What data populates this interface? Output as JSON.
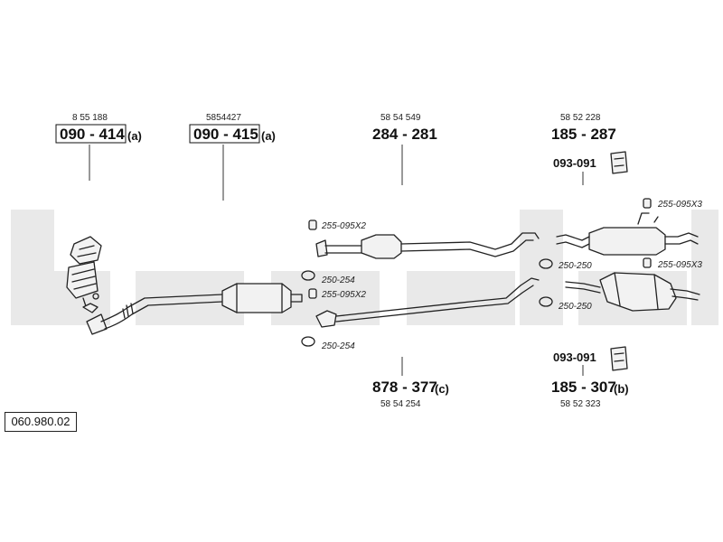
{
  "diagram_code": "060.980.02",
  "parts": {
    "p1": {
      "ref": "8 55 188",
      "number": "090 - 414",
      "suffix": "(a)"
    },
    "p2": {
      "ref": "5854427",
      "number": "090 - 415",
      "suffix": "(a)"
    },
    "p3": {
      "ref": "58 54 549",
      "number": "284 - 281"
    },
    "p4": {
      "ref": "58 52 228",
      "number": "185 - 287"
    },
    "p5": {
      "ref": "58 54 254",
      "number": "878 - 377",
      "suffix": "(c)"
    },
    "p6": {
      "ref": "58 52 323",
      "number": "185 - 307",
      "suffix": "(b)"
    },
    "h1": {
      "number": "093-091"
    },
    "h2": {
      "number": "093-091"
    }
  },
  "clamps": {
    "c1": "255-095X2",
    "c2": "250-254",
    "c3": "255-095X2",
    "c4": "250-254",
    "c5": "255-095X3",
    "c6": "250-250",
    "c7": "255-095X3",
    "c8": "250-250"
  },
  "icons": [
    "catalytic-converter-icon",
    "clamp-icon",
    "gasket-ring-icon",
    "rubber-hanger-icon",
    "muffler-icon",
    "pipe-icon"
  ]
}
